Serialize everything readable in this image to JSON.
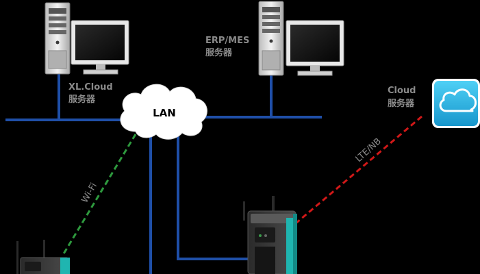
{
  "nodes": {
    "xl_cloud_server": {
      "line1": "XL.Cloud",
      "line2": "服务器"
    },
    "erp_mes_server": {
      "line1": "ERP/MES",
      "line2": "服务器"
    },
    "cloud_server": {
      "line1": "Cloud",
      "line2": "服务器"
    },
    "lan_hub": {
      "label": "LAN"
    }
  },
  "links": {
    "wifi": {
      "label": "Wi-Fi"
    },
    "lte_nb": {
      "label": "LTE/NB"
    }
  },
  "colors": {
    "background": "#000000",
    "lan_line": "#1f4fa8",
    "wifi_line": "#2e9a3e",
    "lte_line": "#d01818",
    "label_gray": "#8a8a8a",
    "cloud_icon_bg": "#2ab3e4",
    "gateway_teal": "#1fb5b0",
    "monitor_frame": "#e8e8e8"
  },
  "icons": {
    "server": "server-tower-icon",
    "monitor": "monitor-icon",
    "cloud": "cloud-icon",
    "gateway": "iot-gateway-icon"
  }
}
